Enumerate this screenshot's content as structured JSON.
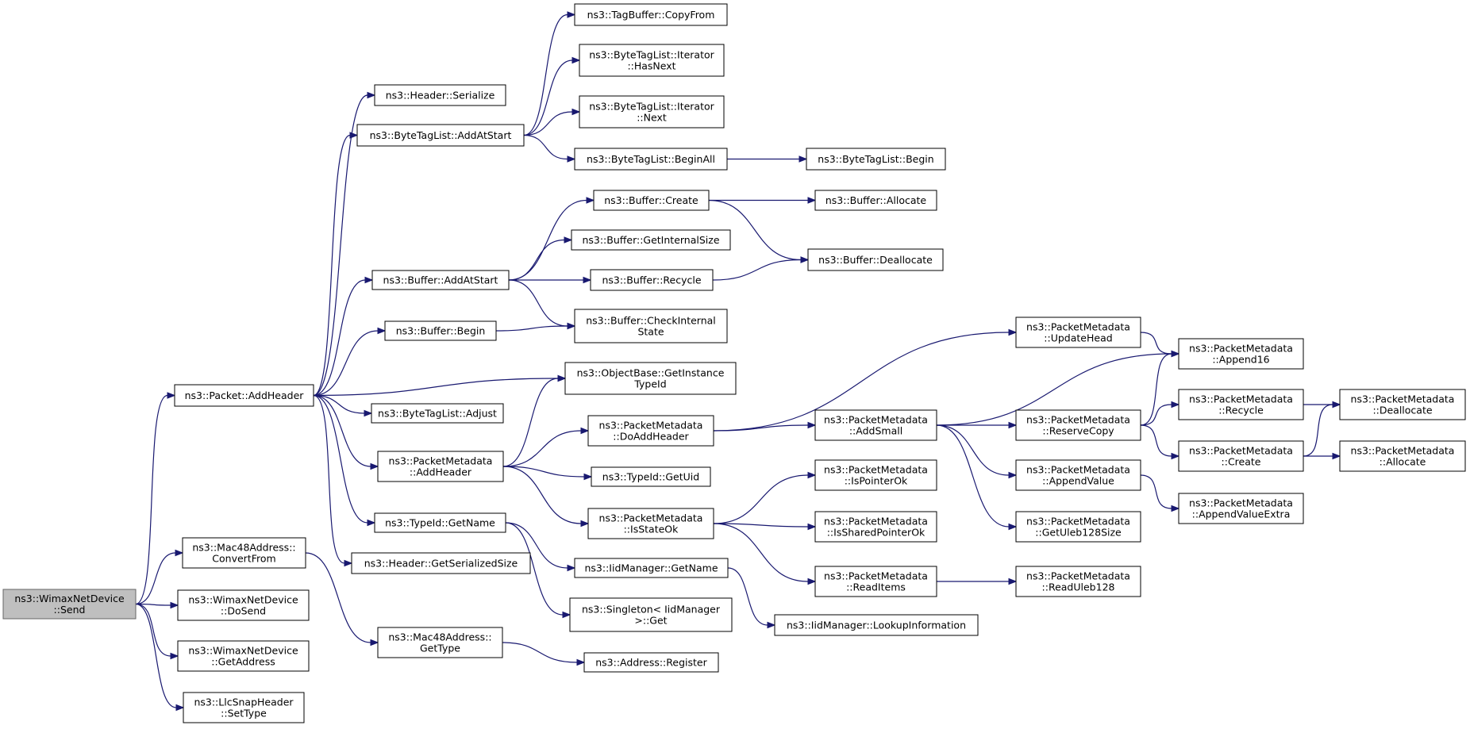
{
  "diagram": {
    "colors": {
      "edge": "#191970",
      "node_border": "#000000",
      "root_fill": "#bfbfbf",
      "node_fill": "#ffffff"
    },
    "nodes": [
      {
        "id": "root",
        "lines": [
          "ns3::WimaxNetDevice",
          "::Send"
        ]
      },
      {
        "id": "pkt_addheader",
        "lines": [
          "ns3::Packet::AddHeader"
        ]
      },
      {
        "id": "mac48_convertfrom",
        "lines": [
          "ns3::Mac48Address::",
          "ConvertFrom"
        ]
      },
      {
        "id": "wimax_dosend",
        "lines": [
          "ns3::WimaxNetDevice",
          "::DoSend"
        ]
      },
      {
        "id": "wimax_getaddress",
        "lines": [
          "ns3::WimaxNetDevice",
          "::GetAddress"
        ]
      },
      {
        "id": "llc_settype",
        "lines": [
          "ns3::LlcSnapHeader",
          "::SetType"
        ]
      },
      {
        "id": "header_serialize",
        "lines": [
          "ns3::Header::Serialize"
        ]
      },
      {
        "id": "btl_addatstart",
        "lines": [
          "ns3::ByteTagList::AddAtStart"
        ]
      },
      {
        "id": "buf_addatstart",
        "lines": [
          "ns3::Buffer::AddAtStart"
        ]
      },
      {
        "id": "buf_begin",
        "lines": [
          "ns3::Buffer::Begin"
        ]
      },
      {
        "id": "btl_adjust",
        "lines": [
          "ns3::ByteTagList::Adjust"
        ]
      },
      {
        "id": "pm_addheader",
        "lines": [
          "ns3::PacketMetadata",
          "::AddHeader"
        ]
      },
      {
        "id": "typeid_getname",
        "lines": [
          "ns3::TypeId::GetName"
        ]
      },
      {
        "id": "header_getserializedsize",
        "lines": [
          "ns3::Header::GetSerializedSize"
        ]
      },
      {
        "id": "mac48_gettype",
        "lines": [
          "ns3::Mac48Address::",
          "GetType"
        ]
      },
      {
        "id": "tagbuffer_copyfrom",
        "lines": [
          "ns3::TagBuffer::CopyFrom"
        ]
      },
      {
        "id": "btl_it_hasnext",
        "lines": [
          "ns3::ByteTagList::Iterator",
          "::HasNext"
        ]
      },
      {
        "id": "btl_it_next",
        "lines": [
          "ns3::ByteTagList::Iterator",
          "::Next"
        ]
      },
      {
        "id": "btl_beginall",
        "lines": [
          "ns3::ByteTagList::BeginAll"
        ]
      },
      {
        "id": "btl_begin",
        "lines": [
          "ns3::ByteTagList::Begin"
        ]
      },
      {
        "id": "buf_create",
        "lines": [
          "ns3::Buffer::Create"
        ]
      },
      {
        "id": "buf_getinternalsize",
        "lines": [
          "ns3::Buffer::GetInternalSize"
        ]
      },
      {
        "id": "buf_recycle",
        "lines": [
          "ns3::Buffer::Recycle"
        ]
      },
      {
        "id": "buf_checkinternalstate",
        "lines": [
          "ns3::Buffer::CheckInternal",
          "State"
        ]
      },
      {
        "id": "buf_allocate",
        "lines": [
          "ns3::Buffer::Allocate"
        ]
      },
      {
        "id": "buf_deallocate",
        "lines": [
          "ns3::Buffer::Deallocate"
        ]
      },
      {
        "id": "objbase_getinstancetypeid",
        "lines": [
          "ns3::ObjectBase::GetInstance",
          "TypeId"
        ]
      },
      {
        "id": "pm_doaddheader",
        "lines": [
          "ns3::PacketMetadata",
          "::DoAddHeader"
        ]
      },
      {
        "id": "typeid_getuid",
        "lines": [
          "ns3::TypeId::GetUid"
        ]
      },
      {
        "id": "pm_isstateok",
        "lines": [
          "ns3::PacketMetadata",
          "::IsStateOk"
        ]
      },
      {
        "id": "iid_getname",
        "lines": [
          "ns3::IidManager::GetName"
        ]
      },
      {
        "id": "singleton_get",
        "lines": [
          "ns3::Singleton< IidManager",
          ">::Get"
        ]
      },
      {
        "id": "address_register",
        "lines": [
          "ns3::Address::Register"
        ]
      },
      {
        "id": "pm_updatehead",
        "lines": [
          "ns3::PacketMetadata",
          "::UpdateHead"
        ]
      },
      {
        "id": "pm_addsmall",
        "lines": [
          "ns3::PacketMetadata",
          "::AddSmall"
        ]
      },
      {
        "id": "pm_ispointerok",
        "lines": [
          "ns3::PacketMetadata",
          "::IsPointerOk"
        ]
      },
      {
        "id": "pm_issharedpointerok",
        "lines": [
          "ns3::PacketMetadata",
          "::IsSharedPointerOk"
        ]
      },
      {
        "id": "pm_readitems",
        "lines": [
          "ns3::PacketMetadata",
          "::ReadItems"
        ]
      },
      {
        "id": "iid_lookupinformation",
        "lines": [
          "ns3::IidManager::LookupInformation"
        ]
      },
      {
        "id": "pm_append16",
        "lines": [
          "ns3::PacketMetadata",
          "::Append16"
        ]
      },
      {
        "id": "pm_reservecopy",
        "lines": [
          "ns3::PacketMetadata",
          "::ReserveCopy"
        ]
      },
      {
        "id": "pm_appendvalue",
        "lines": [
          "ns3::PacketMetadata",
          "::AppendValue"
        ]
      },
      {
        "id": "pm_getuleb128size",
        "lines": [
          "ns3::PacketMetadata",
          "::GetUleb128Size"
        ]
      },
      {
        "id": "pm_readuleb128",
        "lines": [
          "ns3::PacketMetadata",
          "::ReadUleb128"
        ]
      },
      {
        "id": "pm_recycle",
        "lines": [
          "ns3::PacketMetadata",
          "::Recycle"
        ]
      },
      {
        "id": "pm_create",
        "lines": [
          "ns3::PacketMetadata",
          "::Create"
        ]
      },
      {
        "id": "pm_appendvalueextra",
        "lines": [
          "ns3::PacketMetadata",
          "::AppendValueExtra"
        ]
      },
      {
        "id": "pm_deallocate",
        "lines": [
          "ns3::PacketMetadata",
          "::Deallocate"
        ]
      },
      {
        "id": "pm_allocate",
        "lines": [
          "ns3::PacketMetadata",
          "::Allocate"
        ]
      }
    ],
    "edges": [
      [
        "root",
        "pkt_addheader"
      ],
      [
        "root",
        "mac48_convertfrom"
      ],
      [
        "root",
        "wimax_dosend"
      ],
      [
        "root",
        "wimax_getaddress"
      ],
      [
        "root",
        "llc_settype"
      ],
      [
        "pkt_addheader",
        "header_serialize"
      ],
      [
        "pkt_addheader",
        "btl_addatstart"
      ],
      [
        "pkt_addheader",
        "buf_addatstart"
      ],
      [
        "pkt_addheader",
        "buf_begin"
      ],
      [
        "pkt_addheader",
        "objbase_getinstancetypeid"
      ],
      [
        "pkt_addheader",
        "btl_adjust"
      ],
      [
        "pkt_addheader",
        "pm_addheader"
      ],
      [
        "pkt_addheader",
        "typeid_getname"
      ],
      [
        "pkt_addheader",
        "header_getserializedsize"
      ],
      [
        "mac48_convertfrom",
        "mac48_gettype"
      ],
      [
        "mac48_gettype",
        "address_register"
      ],
      [
        "btl_addatstart",
        "tagbuffer_copyfrom"
      ],
      [
        "btl_addatstart",
        "btl_it_hasnext"
      ],
      [
        "btl_addatstart",
        "btl_it_next"
      ],
      [
        "btl_addatstart",
        "btl_beginall"
      ],
      [
        "btl_beginall",
        "btl_begin"
      ],
      [
        "buf_addatstart",
        "buf_create"
      ],
      [
        "buf_addatstart",
        "buf_getinternalsize"
      ],
      [
        "buf_addatstart",
        "buf_recycle"
      ],
      [
        "buf_addatstart",
        "buf_checkinternalstate"
      ],
      [
        "buf_create",
        "buf_allocate"
      ],
      [
        "buf_create",
        "buf_deallocate"
      ],
      [
        "buf_recycle",
        "buf_deallocate"
      ],
      [
        "buf_begin",
        "buf_checkinternalstate"
      ],
      [
        "pm_addheader",
        "objbase_getinstancetypeid"
      ],
      [
        "pm_addheader",
        "pm_doaddheader"
      ],
      [
        "pm_addheader",
        "typeid_getuid"
      ],
      [
        "pm_addheader",
        "pm_isstateok"
      ],
      [
        "typeid_getname",
        "iid_getname"
      ],
      [
        "typeid_getname",
        "singleton_get"
      ],
      [
        "iid_getname",
        "iid_lookupinformation"
      ],
      [
        "pm_doaddheader",
        "pm_updatehead"
      ],
      [
        "pm_doaddheader",
        "pm_addsmall"
      ],
      [
        "pm_updatehead",
        "pm_append16"
      ],
      [
        "pm_addsmall",
        "pm_append16"
      ],
      [
        "pm_addsmall",
        "pm_reservecopy"
      ],
      [
        "pm_addsmall",
        "pm_appendvalue"
      ],
      [
        "pm_addsmall",
        "pm_getuleb128size"
      ],
      [
        "pm_isstateok",
        "pm_ispointerok"
      ],
      [
        "pm_isstateok",
        "pm_issharedpointerok"
      ],
      [
        "pm_isstateok",
        "pm_readitems"
      ],
      [
        "pm_readitems",
        "pm_readuleb128"
      ],
      [
        "pm_reservecopy",
        "pm_append16"
      ],
      [
        "pm_reservecopy",
        "pm_recycle"
      ],
      [
        "pm_reservecopy",
        "pm_create"
      ],
      [
        "pm_appendvalue",
        "pm_appendvalueextra"
      ],
      [
        "pm_recycle",
        "pm_deallocate"
      ],
      [
        "pm_create",
        "pm_deallocate"
      ],
      [
        "pm_create",
        "pm_allocate"
      ]
    ]
  }
}
